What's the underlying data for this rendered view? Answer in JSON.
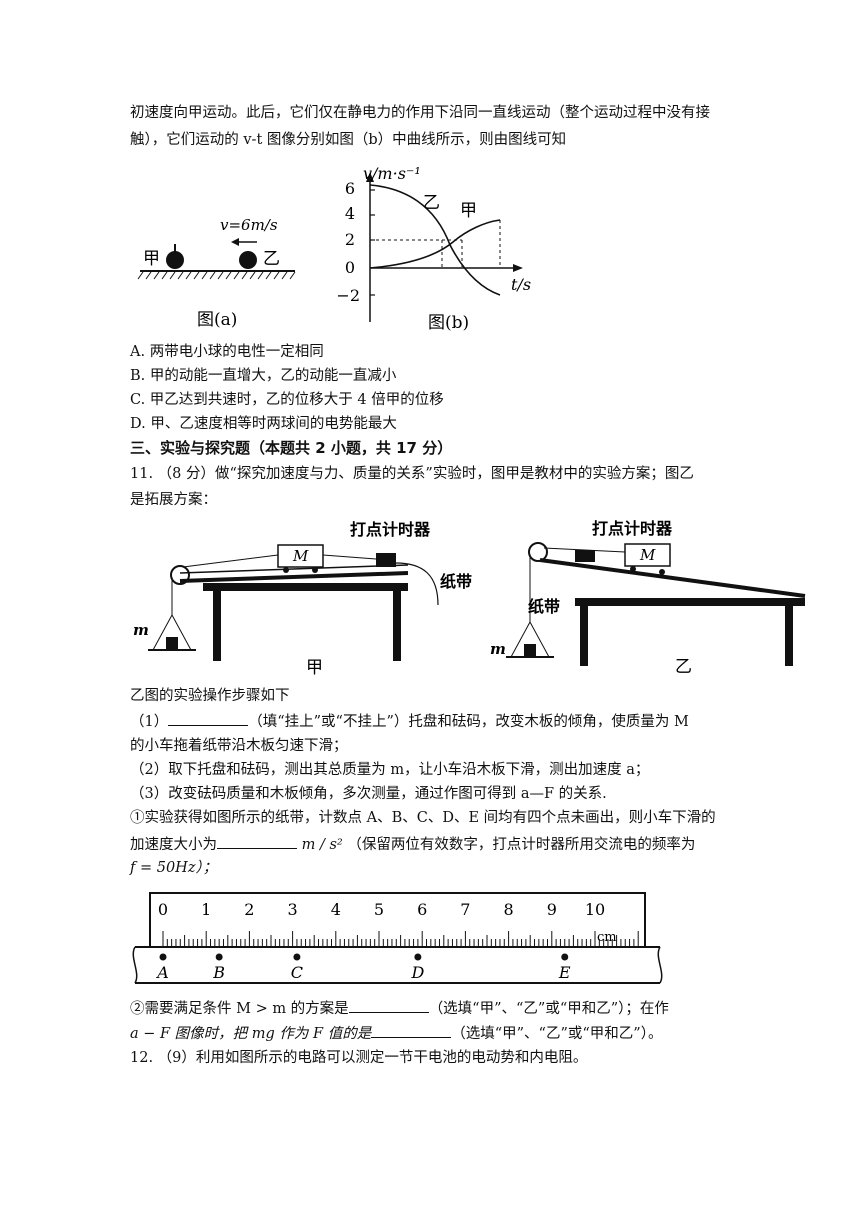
{
  "intro": {
    "line1": "初速度向甲运动。此后，它们仅在静电力的作用下沿同一直线运动（整个运动过程中没有接",
    "line2": "触），它们运动的 v-t 图像分别如图（b）中曲线所示，则由图线可知"
  },
  "fig_a": {
    "label_jia": "甲",
    "label_yi": "乙",
    "velocity": "v=6m/s",
    "caption": "图(a)"
  },
  "fig_b": {
    "ylabel": "v/m·s⁻¹",
    "xlabel": "t/s",
    "yticks": [
      "6",
      "4",
      "2",
      "0",
      "−2"
    ],
    "curve_jia": "甲",
    "curve_yi": "乙",
    "caption": "图(b)"
  },
  "options": {
    "A": "A. 两带电小球的电性一定相同",
    "B": "B. 甲的动能一直增大，乙的动能一直减小",
    "C": "C. 甲乙达到共速时，乙的位移大于 4 倍甲的位移",
    "D": "D. 甲、乙速度相等时两球间的电势能最大"
  },
  "section3": {
    "heading": "三、实验与探究题（本题共 2 小题，共 17 分）"
  },
  "q11": {
    "line1": "11. （8 分）做“探究加速度与力、质量的关系”实验时，图甲是教材中的实验方案；图乙",
    "line2": "是拓展方案：",
    "fig_timer": "打点计时器",
    "fig_tape": "纸带",
    "fig_M": "M",
    "fig_m": "m",
    "fig_jia": "甲",
    "fig_yi": "乙",
    "steps_intro": "乙图的实验操作步骤如下",
    "step1_pre": "（1）",
    "step1_post": "（填“挂上”或“不挂上”）托盘和砝码，改变木板的倾角，使质量为 M",
    "step1_line2": "的小车拖着纸带沿木板匀速下滑；",
    "step2": "（2）取下托盘和砝码，测出其总质量为 m，让小车沿木板下滑，测出加速度 a；",
    "step3": "（3）改变砝码质量和木板倾角，多次测量，通过作图可得到 a—F 的关系.",
    "sub1_line1": "①实验获得如图所示的纸带，计数点 A、B、C、D、E 间均有四个点未画出，则小车下滑的",
    "sub1_line2_pre": "加速度大小为",
    "sub1_unit": "m / s²",
    "sub1_line2_post": "（保留两位有效数字，打点计时器所用交流电的频率为",
    "sub1_line3": "f = 50Hz）；",
    "ruler_numbers": [
      "0",
      "1",
      "2",
      "3",
      "4",
      "5",
      "6",
      "7",
      "8",
      "9",
      "10"
    ],
    "ruler_unit": "cm",
    "tape_points": [
      "A",
      "B",
      "C",
      "D",
      "E"
    ],
    "sub2_pre": "②需要满足条件 M > m 的方案是",
    "sub2_mid": "（选填“甲”、“乙”或“甲和乙”）；在作",
    "sub2_line2_pre": "a − F 图像时，把 mg 作为 F 值的是",
    "sub2_line2_post": "（选填“甲”、“乙”或“甲和乙”）。"
  },
  "q12": {
    "line1": "12. （9）利用如图所示的电路可以测定一节干电池的电动势和内电阻。"
  }
}
